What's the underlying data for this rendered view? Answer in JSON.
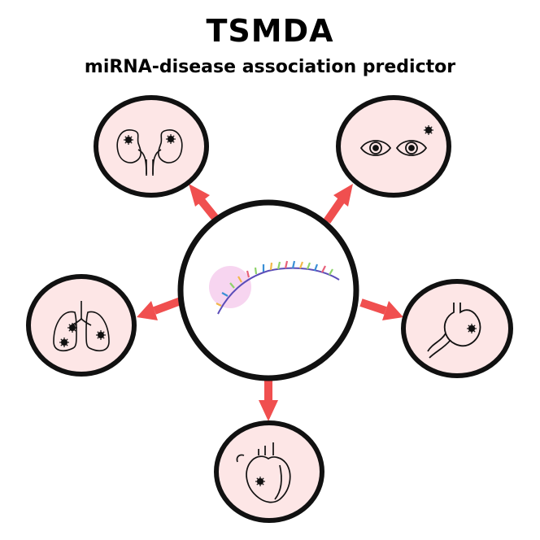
{
  "header": {
    "title": "TSMDA",
    "subtitle": "miRNA-disease association predictor"
  },
  "colors": {
    "arrow": "#f04f4f",
    "organ_fill": "#fde6e6",
    "outline": "#111111",
    "mirna_glow": "#f7d5f0",
    "strand": "#5b4db8"
  },
  "center": {
    "icon": "mirna-strand-icon"
  },
  "organs": [
    {
      "id": "kidney",
      "icon": "kidneys-icon"
    },
    {
      "id": "eye",
      "icon": "eyes-icon"
    },
    {
      "id": "lung",
      "icon": "lungs-icon"
    },
    {
      "id": "stomach",
      "icon": "stomach-icon"
    },
    {
      "id": "heart",
      "icon": "heart-icon"
    }
  ]
}
